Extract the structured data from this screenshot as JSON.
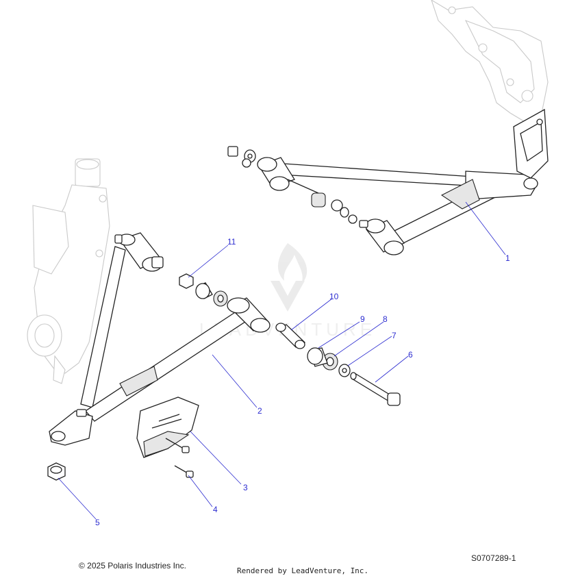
{
  "diagram": {
    "part_labels": [
      "1",
      "2",
      "3",
      "4",
      "5",
      "6",
      "7",
      "8",
      "9",
      "10",
      "11"
    ],
    "watermark_text": "LEADVENTURE"
  },
  "footer": {
    "copyright": "© 2025 Polaris Industries Inc.",
    "drawing_id": "S0707289-1",
    "rendered_by": "Rendered by LeadVenture, Inc."
  },
  "colors": {
    "label_blue": "#2b2bd0",
    "line": "#222222",
    "ghost": "#c9c9c9",
    "watermark": "#e8e8e8"
  }
}
